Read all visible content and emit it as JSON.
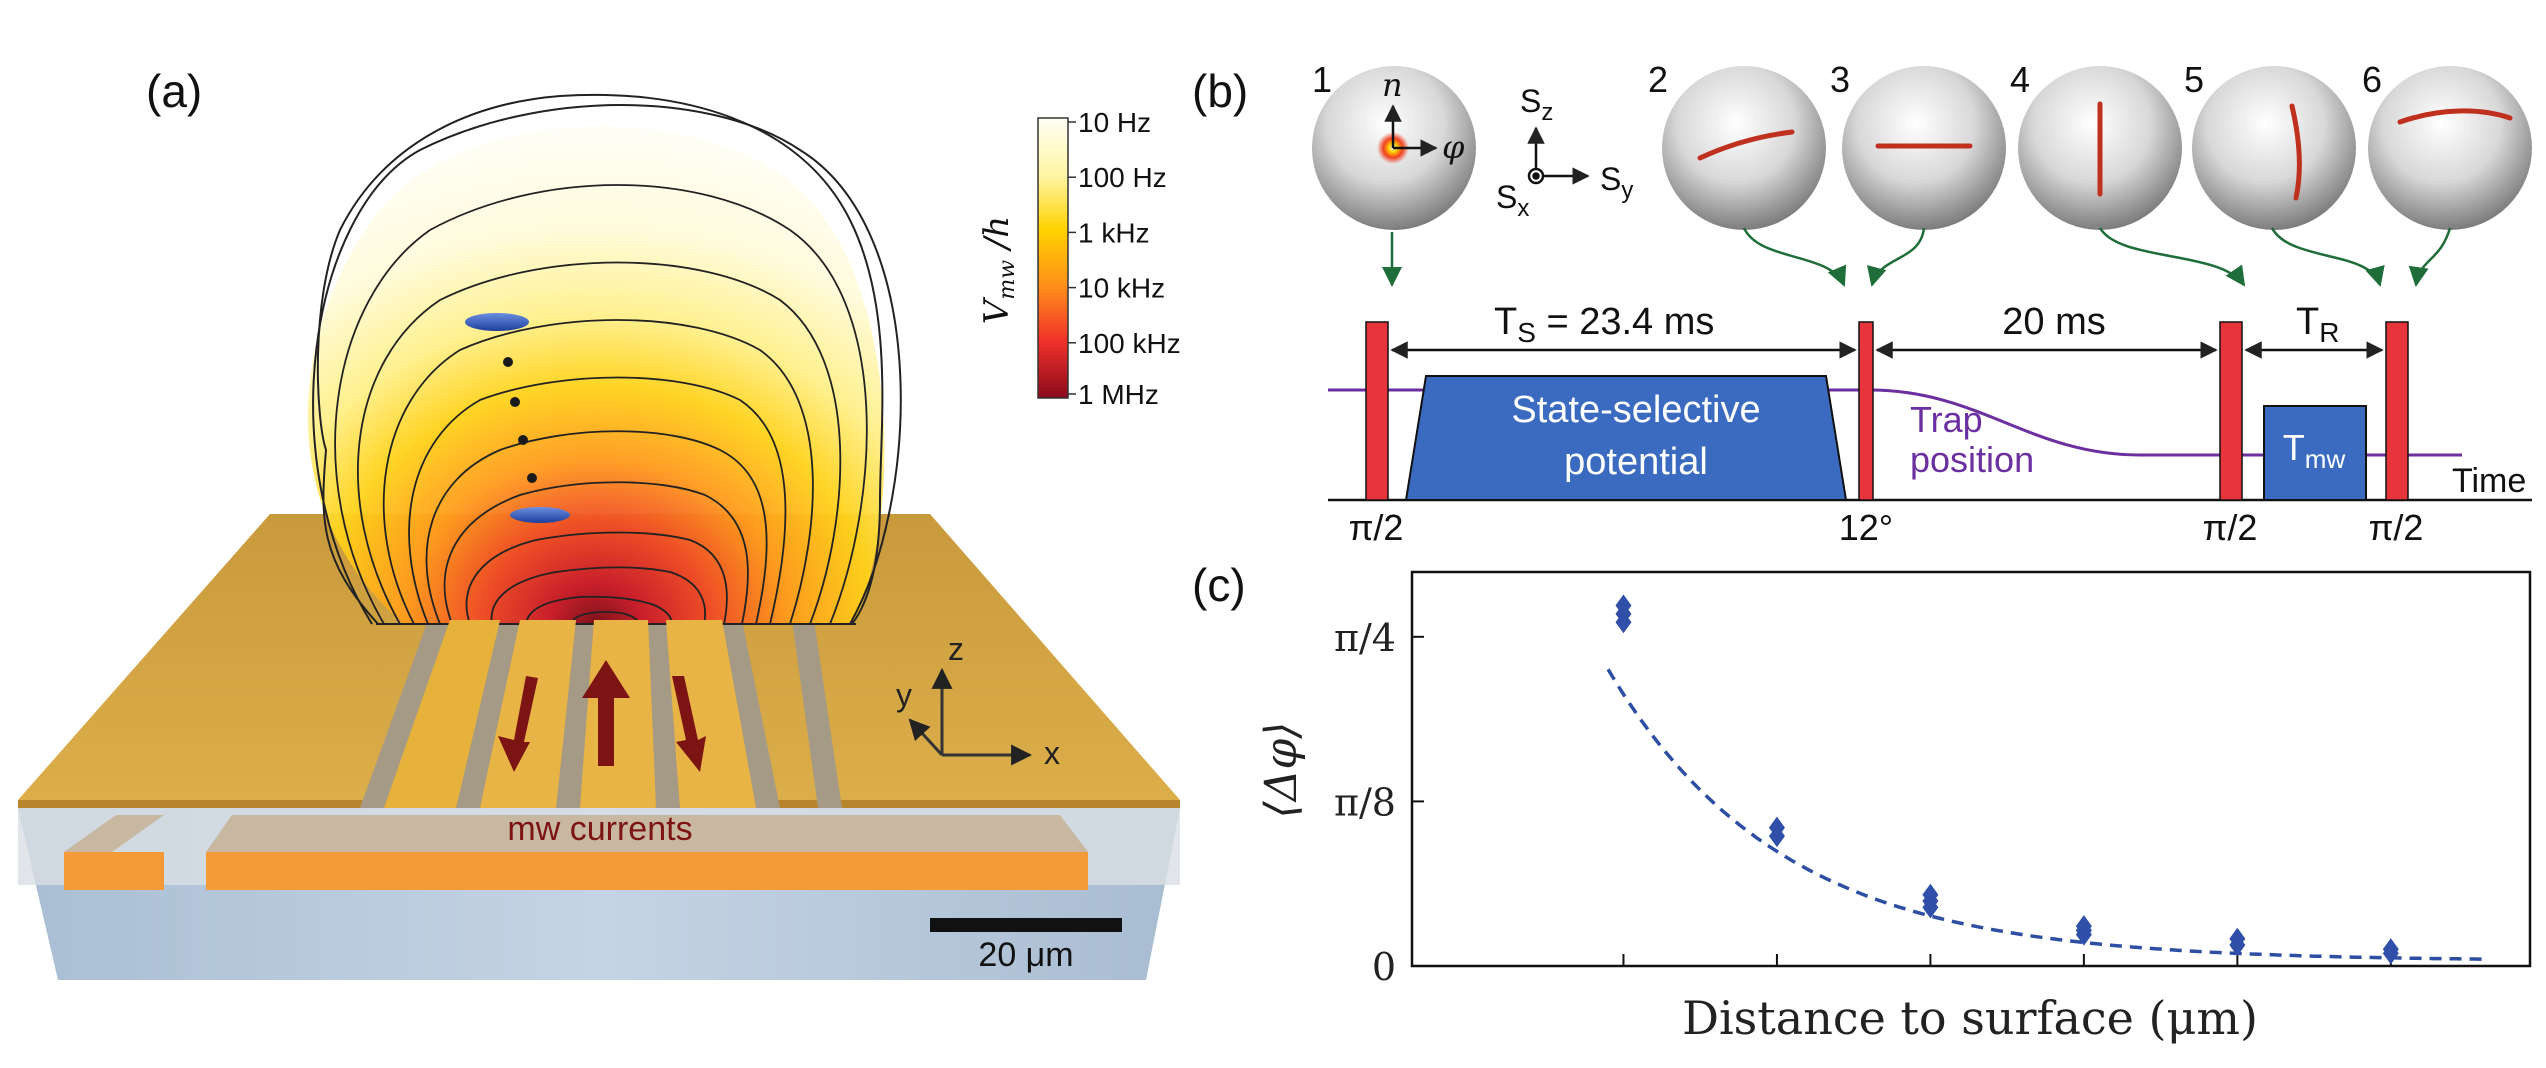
{
  "panels": {
    "a": "(a)",
    "b": "(b)",
    "c": "(c)"
  },
  "panel_a": {
    "colorbar_label": "V",
    "colorbar_label_sub": "mw",
    "colorbar_label_tail": " /h",
    "colorbar_ticks": [
      "10 Hz",
      "100 Hz",
      "1 kHz",
      "10 kHz",
      "100 kHz",
      "1 MHz"
    ],
    "current_label": "mw currents",
    "axes": {
      "x": "x",
      "y": "y",
      "z": "z"
    },
    "scalebar_label": "20 μm"
  },
  "panel_b": {
    "sphere_numbers": [
      "1",
      "2",
      "3",
      "4",
      "5",
      "6"
    ],
    "sphere1_labels": {
      "n": "n",
      "phi": "φ"
    },
    "spin_axes": {
      "sz": "S",
      "sz_sub": "z",
      "sx": "S",
      "sx_sub": "x",
      "sy": "S",
      "sy_sub": "y"
    },
    "ts_label": "T",
    "ts_sub": "S",
    "ts_value": " = 23.4 ms",
    "gap_label": "20 ms",
    "tr_label": "T",
    "tr_sub": "R",
    "state_selective_1": "State-selective",
    "state_selective_2": "potential",
    "trap_1": "Trap",
    "trap_2": "position",
    "tmw_label": "T",
    "tmw_sub": "mw",
    "time_label": "Time",
    "pulse_labels": [
      "π/2",
      "12°",
      "π/2",
      "π/2"
    ],
    "colors": {
      "pulse": "#e8343b",
      "block": "#3b6bc0",
      "trap": "#6b2fa0",
      "arrow": "#1f6e3a"
    }
  },
  "chart_data": {
    "type": "scatter",
    "xlabel": "Distance to surface (μm)",
    "ylabel": "⟨Δφ⟩",
    "ytick_labels": [
      "0",
      "π/8",
      "π/4"
    ],
    "yticks": [
      0,
      0.3927,
      0.7854
    ],
    "ylim": [
      0,
      0.94
    ],
    "x_index_range": [
      0,
      6.6
    ],
    "x_ticks_index": [
      1,
      2,
      3,
      4,
      5,
      6
    ],
    "series": [
      {
        "x_index": [
          1,
          1,
          1,
          2,
          2,
          3,
          3,
          3,
          4,
          4,
          4,
          5,
          5,
          6,
          6
        ],
        "values": [
          0.86,
          0.84,
          0.82,
          0.33,
          0.31,
          0.17,
          0.155,
          0.14,
          0.095,
          0.085,
          0.075,
          0.065,
          0.05,
          0.04,
          0.03
        ]
      }
    ],
    "fit_curve": {
      "style": "dashed",
      "color": "#2d4ea3",
      "a": 1.55,
      "k": 0.89,
      "c": 0.012
    },
    "marker_color": "#2f4fa8"
  }
}
